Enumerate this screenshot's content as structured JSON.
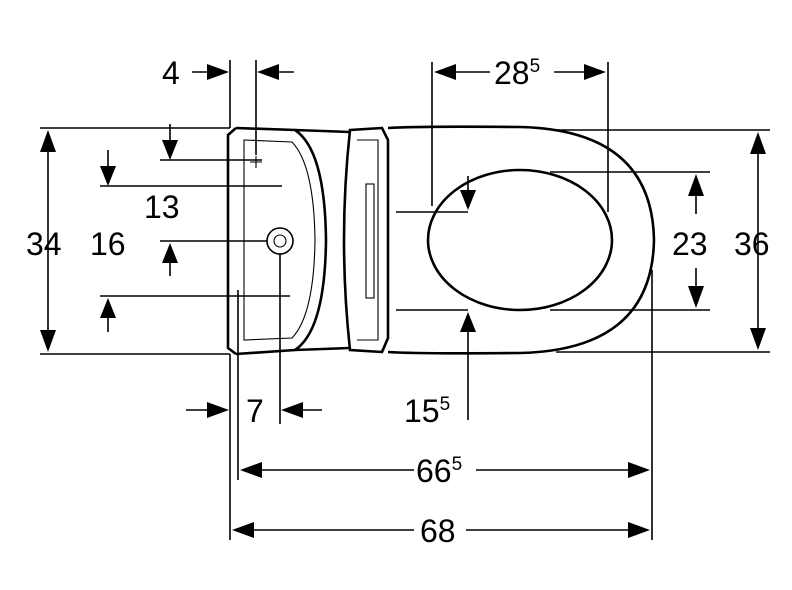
{
  "diagram": {
    "line_color": "#000000",
    "background": "#ffffff",
    "dimensions": {
      "seat_length": {
        "main": "28",
        "sup": "5"
      },
      "tank_edge_offset": "4",
      "drain_height_top": "13",
      "drain_height_side": "16",
      "overall_height_left": "34",
      "bowl_opening_width": "23",
      "overall_width_right": "36",
      "drain_offset": "7",
      "bowl_front_offset": {
        "main": "15",
        "sup": "5"
      },
      "bowl_length": {
        "main": "66",
        "sup": "5"
      },
      "overall_length": "68"
    }
  }
}
